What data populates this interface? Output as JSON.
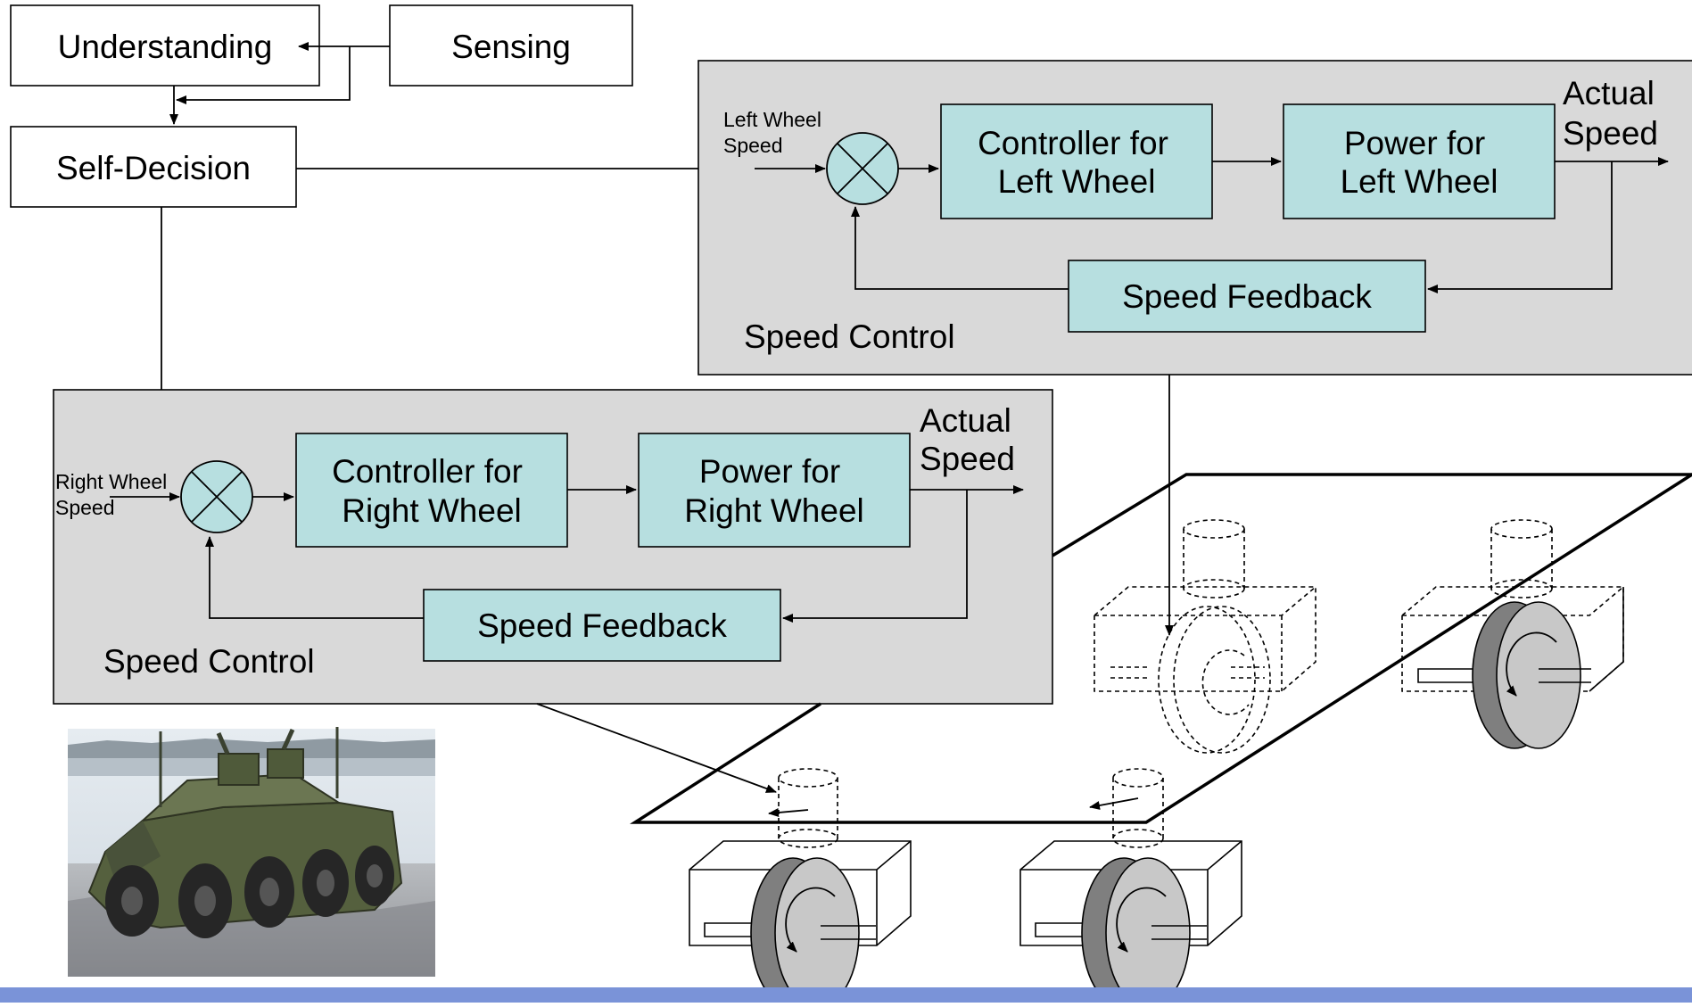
{
  "blocks": {
    "understanding": "Understanding",
    "sensing": "Sensing",
    "self_decision": "Self-Decision"
  },
  "left_loop": {
    "input_line1": "Left Wheel",
    "input_line2": "Speed",
    "controller_line1": "Controller for",
    "controller_line2": "Left Wheel",
    "power_line1": "Power for",
    "power_line2": "Left Wheel",
    "output_line1": "Actual",
    "output_line2": "Speed",
    "feedback": "Speed Feedback",
    "panel_label": "Speed Control"
  },
  "right_loop": {
    "input_line1": "Right Wheel",
    "input_line2": "Speed",
    "controller_line1": "Controller for",
    "controller_line2": "Right Wheel",
    "power_line1": "Power for",
    "power_line2": "Right Wheel",
    "output_line1": "Actual",
    "output_line2": "Speed",
    "feedback": "Speed Feedback",
    "panel_label": "Speed Control"
  },
  "colors": {
    "block_fill": "#b7dfe0",
    "panel_fill": "#d9d9d9",
    "footer_bar": "#7a93d8",
    "wheel_dark": "#7f7f7f",
    "wheel_light": "#c8c8c8"
  },
  "icons": {
    "summing_junction": "circle-x-icon",
    "vehicle_photo": "armored-vehicle-photo"
  }
}
